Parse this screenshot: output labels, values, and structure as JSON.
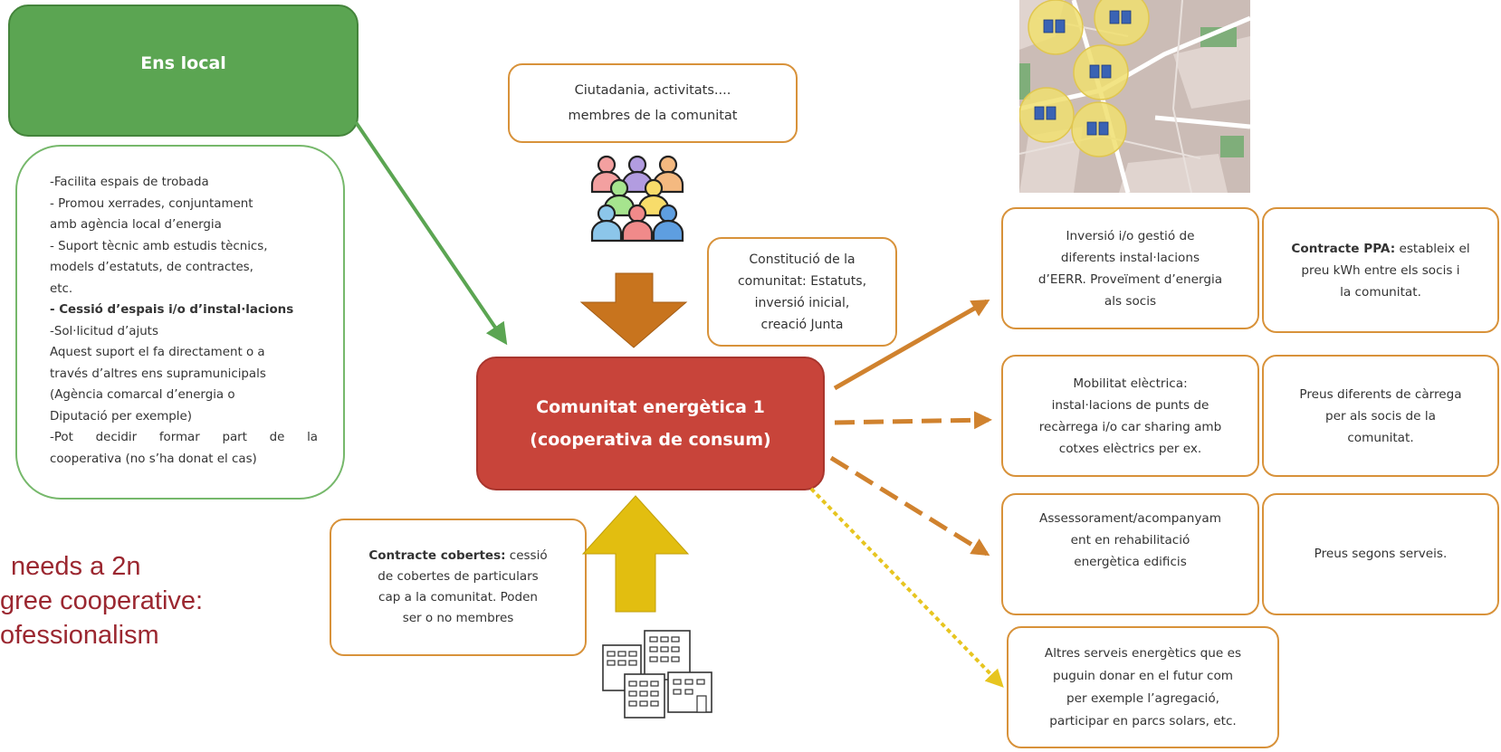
{
  "ens_local": {
    "title": "Ens local",
    "lines": [
      "-Facilita espais de trobada",
      "- Promou xerrades, conjuntament",
      "amb agència local d’energia",
      "- Suport tècnic amb estudis tècnics,",
      "models d’estatuts, de contractes,",
      "etc.",
      "- Cessió d’espais i/o d’instal·lacions",
      "-Sol·licitud d’ajuts",
      "Aquest suport el fa directament o a",
      "través d’altres ens supramunicipals",
      "(Agència comarcal d’energia o",
      "Diputació per exemple)",
      "-Pot decidir formar part de la",
      "cooperativa (no s’ha donat el cas)"
    ]
  },
  "citizens": {
    "line1": "Ciutadania, activitats....",
    "line2": "membres de la comunitat"
  },
  "constitution": {
    "line1": "Constitució de la",
    "line2": "comunitat: Estatuts,",
    "line3": "inversió inicial,",
    "line4": "creació Junta"
  },
  "community": {
    "line1": "Comunitat energètica 1",
    "line2": "(cooperativa de consum)"
  },
  "roofs": {
    "bold": "Contracte cobertes:",
    "rest1": " cessió",
    "line2": "de cobertes de particulars",
    "line3": "cap a la comunitat. Poden",
    "line4": "ser o no membres"
  },
  "bottom_text": {
    "line1": "needs a 2n",
    "line2": "gree cooperative:",
    "line3": "ofessionalism"
  },
  "services": [
    {
      "lines": [
        "Inversió i/o gestió de",
        "diferents instal·lacions",
        "d’EERR. Proveïment d’energia",
        "als socis"
      ]
    },
    {
      "lines": [
        "Mobilitat elèctrica:",
        "instal·lacions de punts de",
        "recàrrega i/o car sharing amb",
        "cotxes elèctrics per ex."
      ]
    },
    {
      "lines": [
        "Assessorament/acompanyam",
        "ent en rehabilitació",
        "energètica edificis"
      ]
    },
    {
      "lines": [
        "Altres serveis energètics que es",
        "puguin donar en el futur com",
        "per exemple l’agregació,",
        "participar en parcs solars, etc."
      ]
    }
  ],
  "prices": [
    {
      "bold": "Contracte PPA:",
      "rest1": " estableix el",
      "line2": "preu kWh entre els socis i",
      "line3": "la comunitat."
    },
    {
      "line1": "Preus diferents de càrrega",
      "line2": "per als socis de la",
      "line3": "comunitat."
    },
    {
      "line1": "Preus segons serveis."
    }
  ],
  "colors": {
    "green": "#5ba552",
    "red": "#c8443a",
    "orange_border": "#d8923a",
    "arrow_orange": "#d0822e",
    "arrow_yellow": "#e7c520",
    "bottom_text": "#9b2730"
  }
}
